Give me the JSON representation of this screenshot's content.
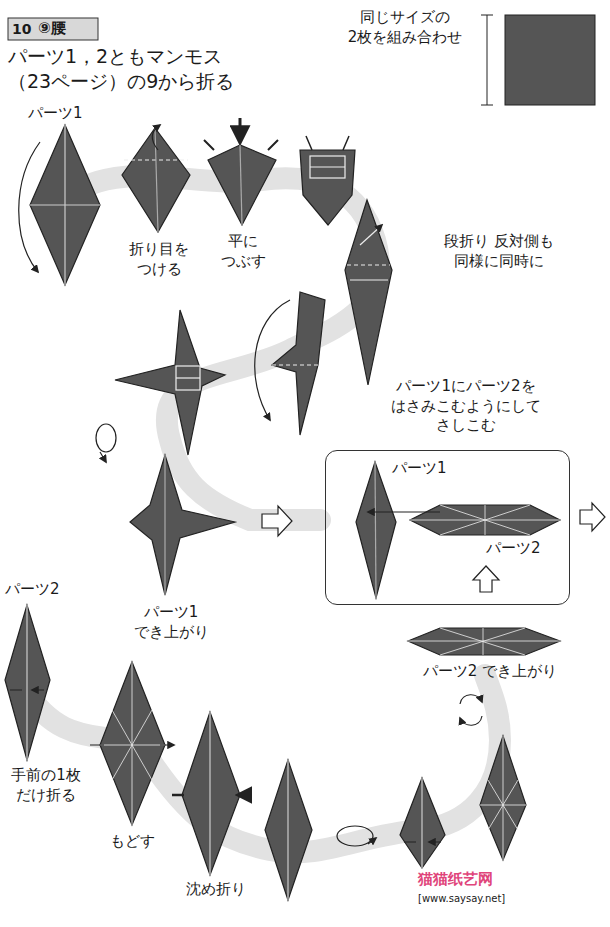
{
  "diagram": {
    "title": "⑨腰",
    "nodes": [
      {
        "text": [
          "パーツ1にパーツ2を はさみこむようにして さしこむ",
          "パーツ1",
          "パーツ2"
        ]
      }
    ],
    "labels": [
      "10",
      "パーツ1，2ともマンモス （23ページ）の9から折る",
      "同じサイズの 2枚を組み合わせ",
      "パーツ1",
      "折り目を つける",
      "平に つぶす",
      "段折り 反対側も 同様に同時に",
      "パーツ1 でき上がり",
      "パーツ2 でき上がり",
      "パーツ2",
      "手前の1枚 だけ折る",
      "もどす",
      "沈め折り",
      "猫猫纸艺网",
      "[www.saysay.net]"
    ]
  }
}
